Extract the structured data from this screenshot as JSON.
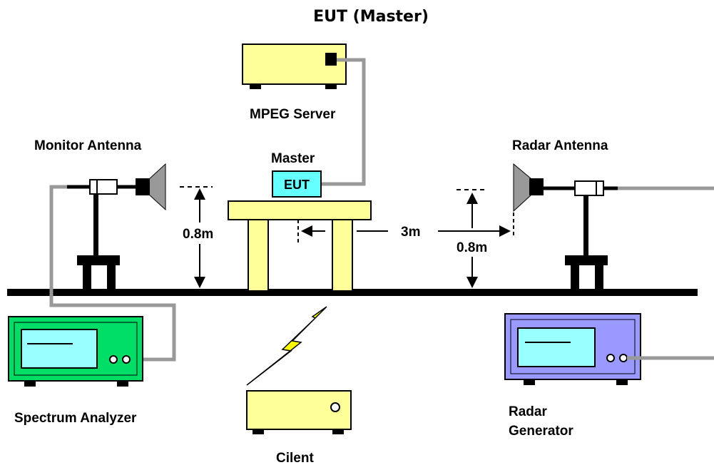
{
  "title": "EUT (Master)",
  "labels": {
    "mpeg_server": "MPEG Server",
    "master": "Master",
    "eut": "EUT",
    "monitor_antenna": "Monitor Antenna",
    "radar_antenna": "Radar Antenna",
    "height_left": "0.8m",
    "height_right": "0.8m",
    "distance": "3m",
    "spectrum_analyzer": "Spectrum Analyzer",
    "radar_generator_line1": "Radar",
    "radar_generator_line2": "Generator",
    "client": "Cilent"
  },
  "colors": {
    "equipment_yellow": "#ffff99",
    "eut_cyan": "#66ffff",
    "analyzer_green": "#00dd66",
    "generator_blue": "#9999ff",
    "screen_cyan": "#99ffff",
    "cable_gray": "#999999",
    "lightning_yellow": "#ffff00"
  }
}
